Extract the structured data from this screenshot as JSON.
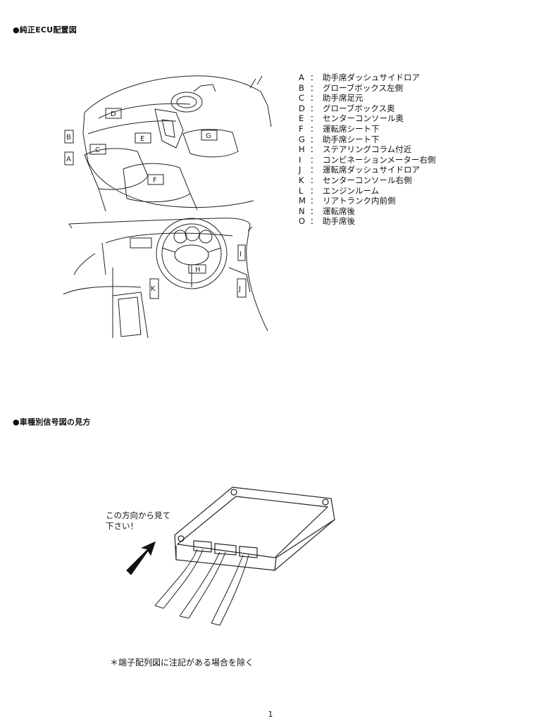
{
  "section1": {
    "title": "●純正ECU配置図"
  },
  "legend": [
    {
      "key": "A",
      "sep": "：",
      "text": "助手席ダッシュサイドロア"
    },
    {
      "key": "B",
      "sep": "：",
      "text": "グローブボックス左側"
    },
    {
      "key": "C",
      "sep": "：",
      "text": "助手席足元"
    },
    {
      "key": "D",
      "sep": "：",
      "text": "グローブボックス奥"
    },
    {
      "key": "E",
      "sep": "：",
      "text": "センターコンソール奥"
    },
    {
      "key": "F",
      "sep": "：",
      "text": "運転席シート下"
    },
    {
      "key": "G",
      "sep": "：",
      "text": "助手席シート下"
    },
    {
      "key": "H",
      "sep": "：",
      "text": "ステアリングコラム付近"
    },
    {
      "key": "I",
      "sep": "：",
      "text": "コンビネーションメーター右側"
    },
    {
      "key": "J",
      "sep": "：",
      "text": "運転席ダッシュサイドロア"
    },
    {
      "key": "K",
      "sep": "：",
      "text": "センターコンソール右側"
    },
    {
      "key": "L",
      "sep": "：",
      "text": "エンジンルーム"
    },
    {
      "key": "M",
      "sep": "：",
      "text": "リアトランク内前側"
    },
    {
      "key": "N",
      "sep": "：",
      "text": "運転席後"
    },
    {
      "key": "O",
      "sep": "：",
      "text": "助手席後"
    }
  ],
  "diagram_labels": {
    "A": "A",
    "B": "B",
    "C": "C",
    "D": "D",
    "E": "E",
    "F": "F",
    "G": "G",
    "H": "H",
    "I": "I",
    "J": "J",
    "K": "K"
  },
  "section2": {
    "title": "●車種別信号図の見方"
  },
  "ecu_note": {
    "line1": "この方向から見て",
    "line2": "下さい！"
  },
  "footnote": "＊端子配列図に注記がある場合を除く",
  "page_number": "1"
}
